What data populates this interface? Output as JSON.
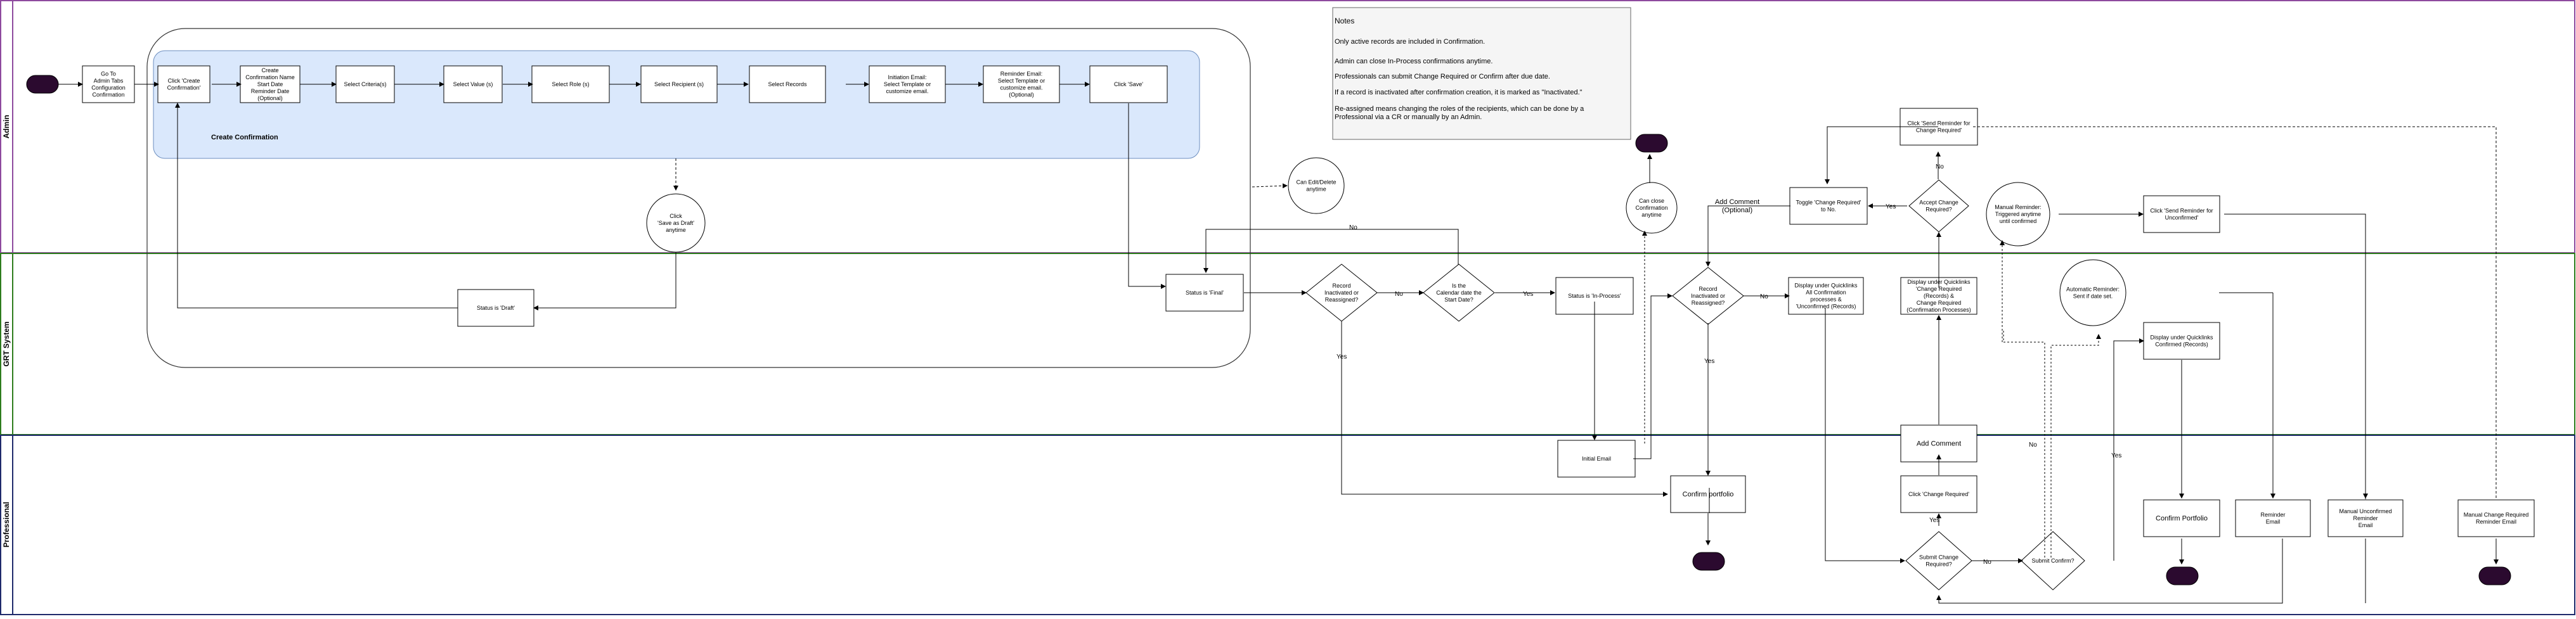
{
  "lanes": {
    "admin": "Admin",
    "system": "GRT System",
    "professional": "Professional"
  },
  "group_label": "Create Confirmation",
  "colors": {
    "admin_border": "#8e4a9e",
    "system_border": "#2e7d1e",
    "professional_border": "#1f2a6b",
    "group_fill": "#dae8fc",
    "group_stroke": "#6c8ebf",
    "terminal_fill": "#2b0a2f",
    "notes_fill": "#f5f5f5"
  },
  "notes": {
    "title": "Notes",
    "lines": [
      "Only active records are included in Confirmation.",
      "Admin can close In-Process confirmations anytime.",
      "Professionals can submit Change Required or Confirm after due date.",
      "If a record is inactivated after confirmation creation, it is marked as \"Inactivated.\"",
      "Re-assigned means changing the roles of the recipients, which can be done by a",
      "Professional via a CR or manually by an Admin."
    ]
  },
  "nodes": {
    "go_to_admin": [
      "Go To",
      "Admin Tabs",
      "Configuration",
      "Confirmation"
    ],
    "click_create": [
      "Click 'Create",
      "Confirmation'"
    ],
    "create_name": [
      "Create",
      "Confirmation Name",
      "Start Date",
      "Reminder Date",
      "(Optional)"
    ],
    "select_criteria": [
      "Select Criteria(s)"
    ],
    "select_value": [
      "Select Value (s)"
    ],
    "select_role": [
      "Select Role (s)"
    ],
    "select_recipient": [
      "Select Recipient (s)"
    ],
    "select_records": [
      "Select Records"
    ],
    "initiation_email": [
      "Initiation Email:",
      "Select Template or",
      "customize email."
    ],
    "reminder_email": [
      "Reminder Email:",
      "Select Template or",
      "customize email.",
      "(Optional)"
    ],
    "click_save": [
      "Click 'Save'"
    ],
    "save_draft": [
      "Click",
      "'Save as Draft'",
      "anytime"
    ],
    "can_edit": [
      "Can Edit/Delete",
      "anytime"
    ],
    "status_draft": [
      "Status is 'Draft'"
    ],
    "status_final": [
      "Status is 'Final'"
    ],
    "record_inactivated_1": [
      "Record",
      "Inactivated or",
      "Reassigned?"
    ],
    "is_calendar_date": [
      "Is the",
      "Calendar date the",
      "Start Date?"
    ],
    "status_inprocess": [
      "Status is 'In-Process'"
    ],
    "can_close": [
      "Can close",
      "Confirmation",
      "anytime"
    ],
    "add_comment_optional": [
      "Add Comment",
      "(Optional)"
    ],
    "record_inactivated_2": [
      "Record",
      "Inactivated or",
      "Reassigned?"
    ],
    "display_all": [
      "Display under QuickIinks",
      "All Confirmation",
      "processes &",
      "'Unconfirmed (Records)"
    ],
    "toggle_change": [
      "Toggle 'Change Required'",
      "to No."
    ],
    "accept_change": [
      "Accept Change",
      "Required?"
    ],
    "click_send_cr": [
      "Click 'Send Reminder for",
      "Change Required'"
    ],
    "display_cr": [
      "Display under QuickIinks",
      "'Change Required",
      "(Records) &",
      "Change Required",
      "(Confirmation Processes)"
    ],
    "manual_reminder": [
      "Manual Reminder:",
      "Triggered anytime",
      "until confirmed"
    ],
    "click_send_unconf": [
      "Click 'Send Reminder for",
      "Unconfirmed'"
    ],
    "automatic_reminder": [
      "Automatic Reminder:",
      "Sent if date set."
    ],
    "display_confirmed": [
      "Display under QuickIinks",
      "Confirmed (Records)"
    ],
    "initial_email": [
      "Initial  Email"
    ],
    "confirm_portfolio": [
      "Confirm portfolio"
    ],
    "add_comment": [
      "Add Comment"
    ],
    "click_change_required": [
      "Click 'Change Required'"
    ],
    "submit_change": [
      "Submit Change",
      "Required?"
    ],
    "submit_confirm": [
      "Submit Confirm?"
    ],
    "confirm_portfolio_2": [
      "Confirm Portfolio"
    ],
    "reminder_email_pro": [
      "Reminder",
      "Email"
    ],
    "manual_unconfirmed": [
      "Manual Unconfirmed",
      "Reminder",
      "Email"
    ],
    "manual_cr_email": [
      "Manual Change Required",
      "Reminder Email"
    ]
  },
  "edge_labels": {
    "no": "No",
    "yes": "Yes"
  }
}
